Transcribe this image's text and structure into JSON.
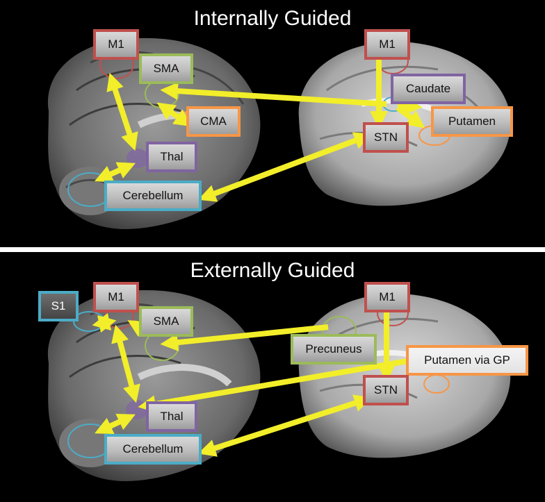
{
  "panels": [
    {
      "title": "Internally Guided",
      "labels": {
        "m1_left": "M1",
        "sma": "SMA",
        "cma": "CMA",
        "thal": "Thal",
        "cerebellum": "Cerebellum",
        "m1_right": "M1",
        "caudate": "Caudate",
        "stn": "STN",
        "putamen": "Putamen"
      }
    },
    {
      "title": "Externally Guided",
      "labels": {
        "s1": "S1",
        "m1_left": "M1",
        "sma": "SMA",
        "thal": "Thal",
        "cerebellum": "Cerebellum",
        "m1_right": "M1",
        "precuneus": "Precuneus",
        "putamen_gp": "Putamen via GP",
        "stn": "STN"
      }
    }
  ],
  "colors": {
    "m1": "#c0504d",
    "sma": "#9bbb59",
    "cma": "#f79646",
    "thal": "#8064a2",
    "cerebellum": "#4bacc6",
    "caudate": "#8064a2",
    "stn": "#c0504d",
    "putamen": "#f79646",
    "s1": "#4bacc6",
    "precuneus": "#9bbb59",
    "arrow": "#f2ee2a"
  }
}
